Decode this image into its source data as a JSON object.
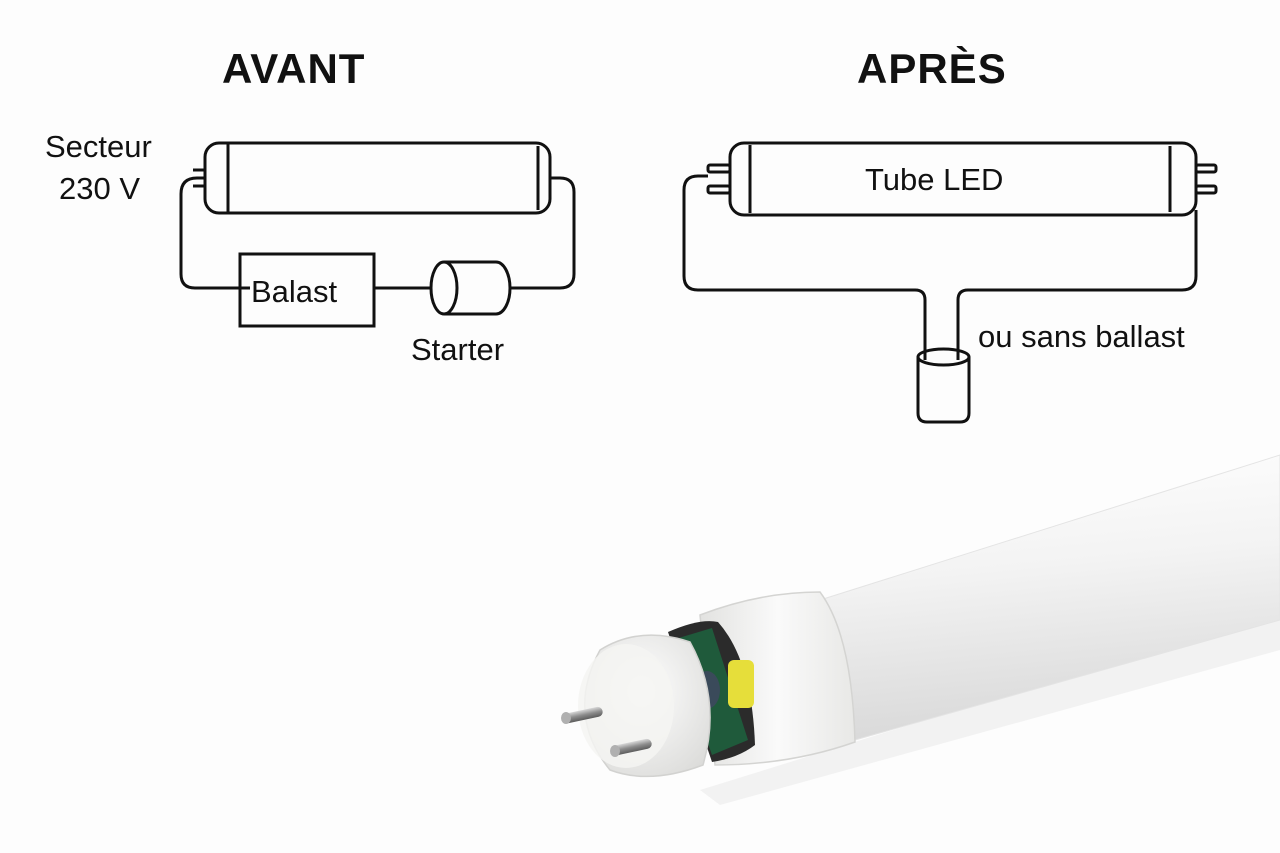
{
  "titles": {
    "before": "AVANT",
    "after": "APRÈS"
  },
  "before": {
    "mains_line1": "Secteur",
    "mains_line2": "230 V",
    "ballast": "Balast",
    "starter": "Starter"
  },
  "after": {
    "tube": "Tube LED",
    "no_ballast": "ou sans ballast"
  },
  "colors": {
    "line": "#111111",
    "tube_white": "#f4f4f4",
    "cap_white": "#ececea",
    "pcb_green": "#1f5a3b",
    "capacitor_yellow": "#e6de3a",
    "pin_metal": "#9a9a9a"
  }
}
